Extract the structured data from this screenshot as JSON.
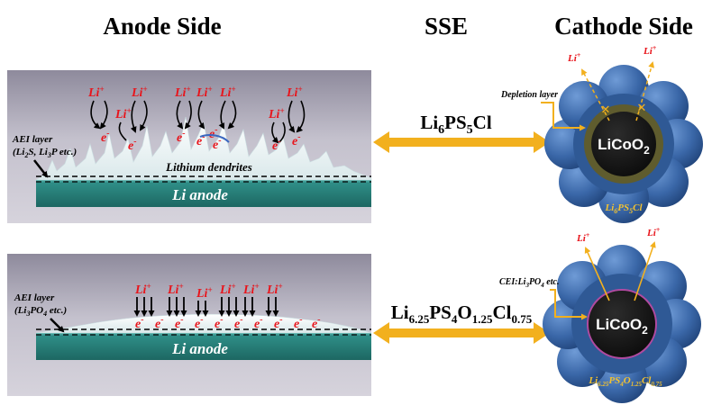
{
  "headers": {
    "anode": "Anode Side",
    "sse": "SSE",
    "cathode": "Cathode Side"
  },
  "top": {
    "li_ion": "Li",
    "li_charge": "+",
    "electron": "e",
    "electron_charge": "-",
    "aei_line1": "AEI layer",
    "aei_line2_a": "(Li",
    "aei_line2_sub1": "2",
    "aei_line2_b": "S, Li",
    "aei_line2_sub2": "3",
    "aei_line2_c": "P etc.)",
    "dendrites": "Lithium dendrites",
    "anode": "Li anode",
    "sse_a": "Li",
    "sse_s1": "6",
    "sse_b": "PS",
    "sse_s2": "5",
    "sse_c": "Cl",
    "depletion": "Depletion layer",
    "core_a": "LiCoO",
    "core_sub": "2",
    "shell_a": "Li",
    "shell_s1": "6",
    "shell_b": "PS",
    "shell_s2": "5",
    "shell_c": "Cl"
  },
  "bottom": {
    "aei_line1": "AEI layer",
    "aei_line2_a": "(Li",
    "aei_line2_sub1": "3",
    "aei_line2_b": "PO",
    "aei_line2_sub2": "4",
    "aei_line2_c": " etc.)",
    "anode": "Li anode",
    "sse_a": "Li",
    "sse_s1": "6.25",
    "sse_b": "PS",
    "sse_s2": "4",
    "sse_c": "O",
    "sse_s3": "1.25",
    "sse_d": "Cl",
    "sse_s4": "0.75",
    "cei_a": "CEI:Li",
    "cei_s1": "3",
    "cei_b": "PO",
    "cei_s2": "4",
    "cei_c": " etc.",
    "core_a": "LiCoO",
    "core_sub": "2",
    "shell_a": "Li",
    "shell_s1": "6.25",
    "shell_b": "PS",
    "shell_s2": "4",
    "shell_c": "O",
    "shell_s3": "1.25",
    "shell_d": "Cl",
    "shell_s4": "0.75"
  },
  "colors": {
    "li_ion": "#e8141b",
    "arrow": "#f2b01e",
    "anode_teal": "#2f8c86",
    "particle_blue": "#3a67a8",
    "core_black": "#1a1a1a",
    "depletion_ring": "#6e6b3a",
    "cei_ring": "#b04aa0",
    "panel_bg": "#b8b5c4"
  }
}
